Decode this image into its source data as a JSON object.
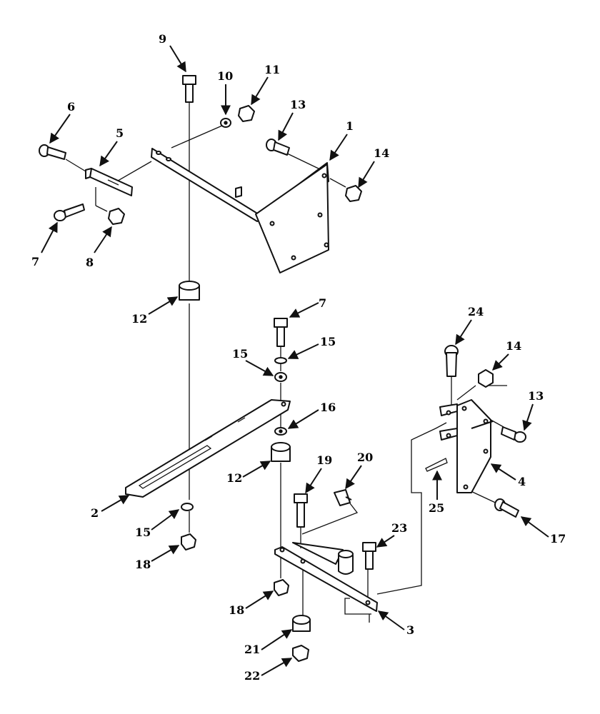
{
  "figure": {
    "callouts": [
      {
        "id": "c9",
        "label": "9"
      },
      {
        "id": "c10",
        "label": "10"
      },
      {
        "id": "c11",
        "label": "11"
      },
      {
        "id": "c6",
        "label": "6"
      },
      {
        "id": "c5",
        "label": "5"
      },
      {
        "id": "c13a",
        "label": "13"
      },
      {
        "id": "c1",
        "label": "1"
      },
      {
        "id": "c14a",
        "label": "14"
      },
      {
        "id": "c7a",
        "label": "7"
      },
      {
        "id": "c8",
        "label": "8"
      },
      {
        "id": "c12a",
        "label": "12"
      },
      {
        "id": "c7b",
        "label": "7"
      },
      {
        "id": "c15a",
        "label": "15"
      },
      {
        "id": "c15b",
        "label": "15"
      },
      {
        "id": "c16",
        "label": "16"
      },
      {
        "id": "c12b",
        "label": "12"
      },
      {
        "id": "c2",
        "label": "2"
      },
      {
        "id": "c15c",
        "label": "15"
      },
      {
        "id": "c18a",
        "label": "18"
      },
      {
        "id": "c19",
        "label": "19"
      },
      {
        "id": "c20",
        "label": "20"
      },
      {
        "id": "c24",
        "label": "24"
      },
      {
        "id": "c14b",
        "label": "14"
      },
      {
        "id": "c13b",
        "label": "13"
      },
      {
        "id": "c4",
        "label": "4"
      },
      {
        "id": "c25",
        "label": "25"
      },
      {
        "id": "c17",
        "label": "17"
      },
      {
        "id": "c23",
        "label": "23"
      },
      {
        "id": "c18b",
        "label": "18"
      },
      {
        "id": "c3",
        "label": "3"
      },
      {
        "id": "c21",
        "label": "21"
      },
      {
        "id": "c22",
        "label": "22"
      }
    ]
  }
}
